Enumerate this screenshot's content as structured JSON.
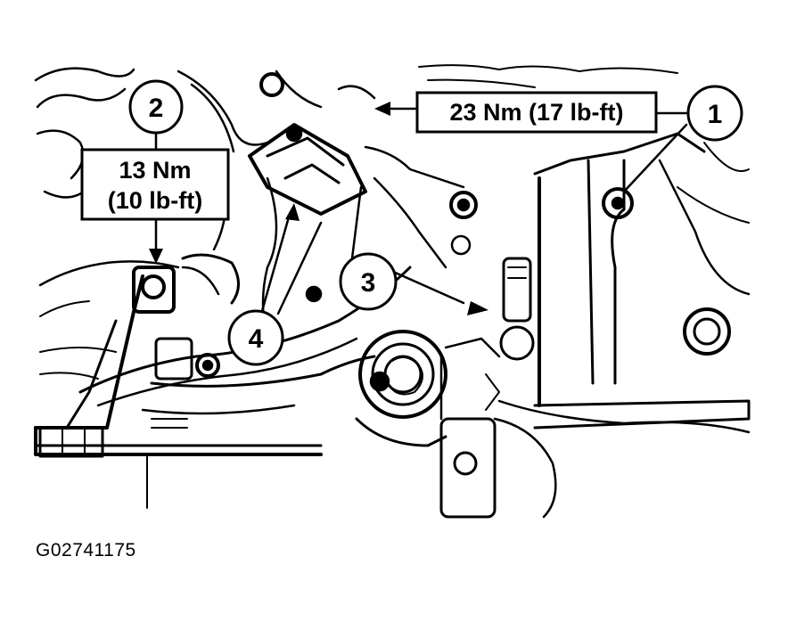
{
  "callouts": [
    {
      "number": "1"
    },
    {
      "number": "2"
    },
    {
      "number": "3"
    },
    {
      "number": "4"
    }
  ],
  "torque_labels": [
    {
      "line1": "23 Nm (17 lb-ft)"
    },
    {
      "line1": "13 Nm",
      "line2": "(10 lb-ft)"
    }
  ],
  "figure_id": "G02741175",
  "colors": {
    "ink": "#000000",
    "paper": "#ffffff"
  }
}
